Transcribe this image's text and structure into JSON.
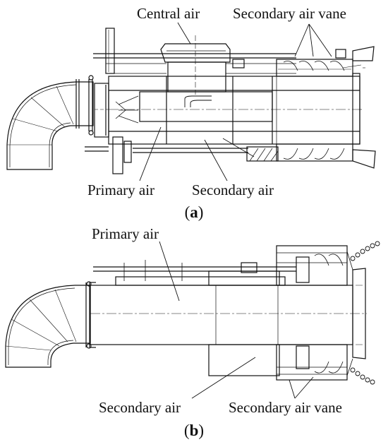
{
  "figure_a": {
    "labels": {
      "central_air": "Central air",
      "secondary_air_vane": "Secondary air vane",
      "primary_air": "Primary air",
      "secondary_air": "Secondary air"
    },
    "caption": {
      "open": "(",
      "letter": "a",
      "close": ")"
    }
  },
  "figure_b": {
    "labels": {
      "primary_air": "Primary air",
      "secondary_air": "Secondary air",
      "secondary_air_vane": "Secondary air vane"
    },
    "caption": {
      "open": "(",
      "letter": "b",
      "close": ")"
    }
  },
  "colors": {
    "line": "#111111",
    "background": "#ffffff"
  }
}
